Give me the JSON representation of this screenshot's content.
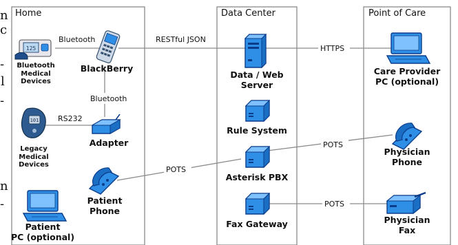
{
  "panels": {
    "home": "Home",
    "datacenter": "Data Center",
    "point_of_care": "Point of Care"
  },
  "connections": {
    "bluetooth_top": "Bluetooth",
    "restful_json": "RESTful JSON",
    "https": "HTTPS",
    "bluetooth_vertical": "Bluetooth",
    "rs232": "RS232",
    "pots_patient": "POTS",
    "pots_physician_phone": "POTS",
    "pots_fax": "POTS"
  },
  "nodes": {
    "bt_devices": [
      "Bluetooth",
      "Medical",
      "Devices"
    ],
    "blackberry": [
      "BlackBerry"
    ],
    "legacy_devices": [
      "Legacy",
      "Medical",
      "Devices"
    ],
    "adapter": [
      "Adapter"
    ],
    "patient_phone": [
      "Patient",
      "Phone"
    ],
    "patient_pc": [
      "Patient",
      "PC (optional)"
    ],
    "data_web_server": [
      "Data / Web",
      "Server"
    ],
    "rule_system": [
      "Rule System"
    ],
    "asterisk_pbx": [
      "Asterisk PBX"
    ],
    "fax_gateway": [
      "Fax Gateway"
    ],
    "care_provider_pc": [
      "Care Provider",
      "PC (optional)"
    ],
    "physician_phone": [
      "Physician",
      "Phone"
    ],
    "physician_fax": [
      "Physician",
      "Fax"
    ]
  },
  "fragments": {
    "left_edge": [
      "n",
      "c",
      "-",
      "l",
      "-",
      "n",
      "-"
    ]
  },
  "colors": {
    "panel_border": "#8a8a8a",
    "line": "#8a8a8a",
    "blue_fill": "#2f8fe6",
    "blue_dark": "#0c3d8a"
  },
  "icons": {
    "bt_devices": "blood-pressure-monitor-icon",
    "blackberry": "smartphone-icon",
    "legacy_devices": "glucometer-icon",
    "adapter": "adapter-box-icon",
    "patient_phone": "desk-phone-icon",
    "patient_pc": "desktop-computer-icon",
    "data_web_server": "tower-server-icon",
    "rule_system": "server-box-icon",
    "asterisk_pbx": "server-box-icon",
    "fax_gateway": "server-box-icon",
    "care_provider_pc": "desktop-computer-icon",
    "physician_phone": "desk-phone-icon",
    "physician_fax": "fax-machine-icon"
  }
}
